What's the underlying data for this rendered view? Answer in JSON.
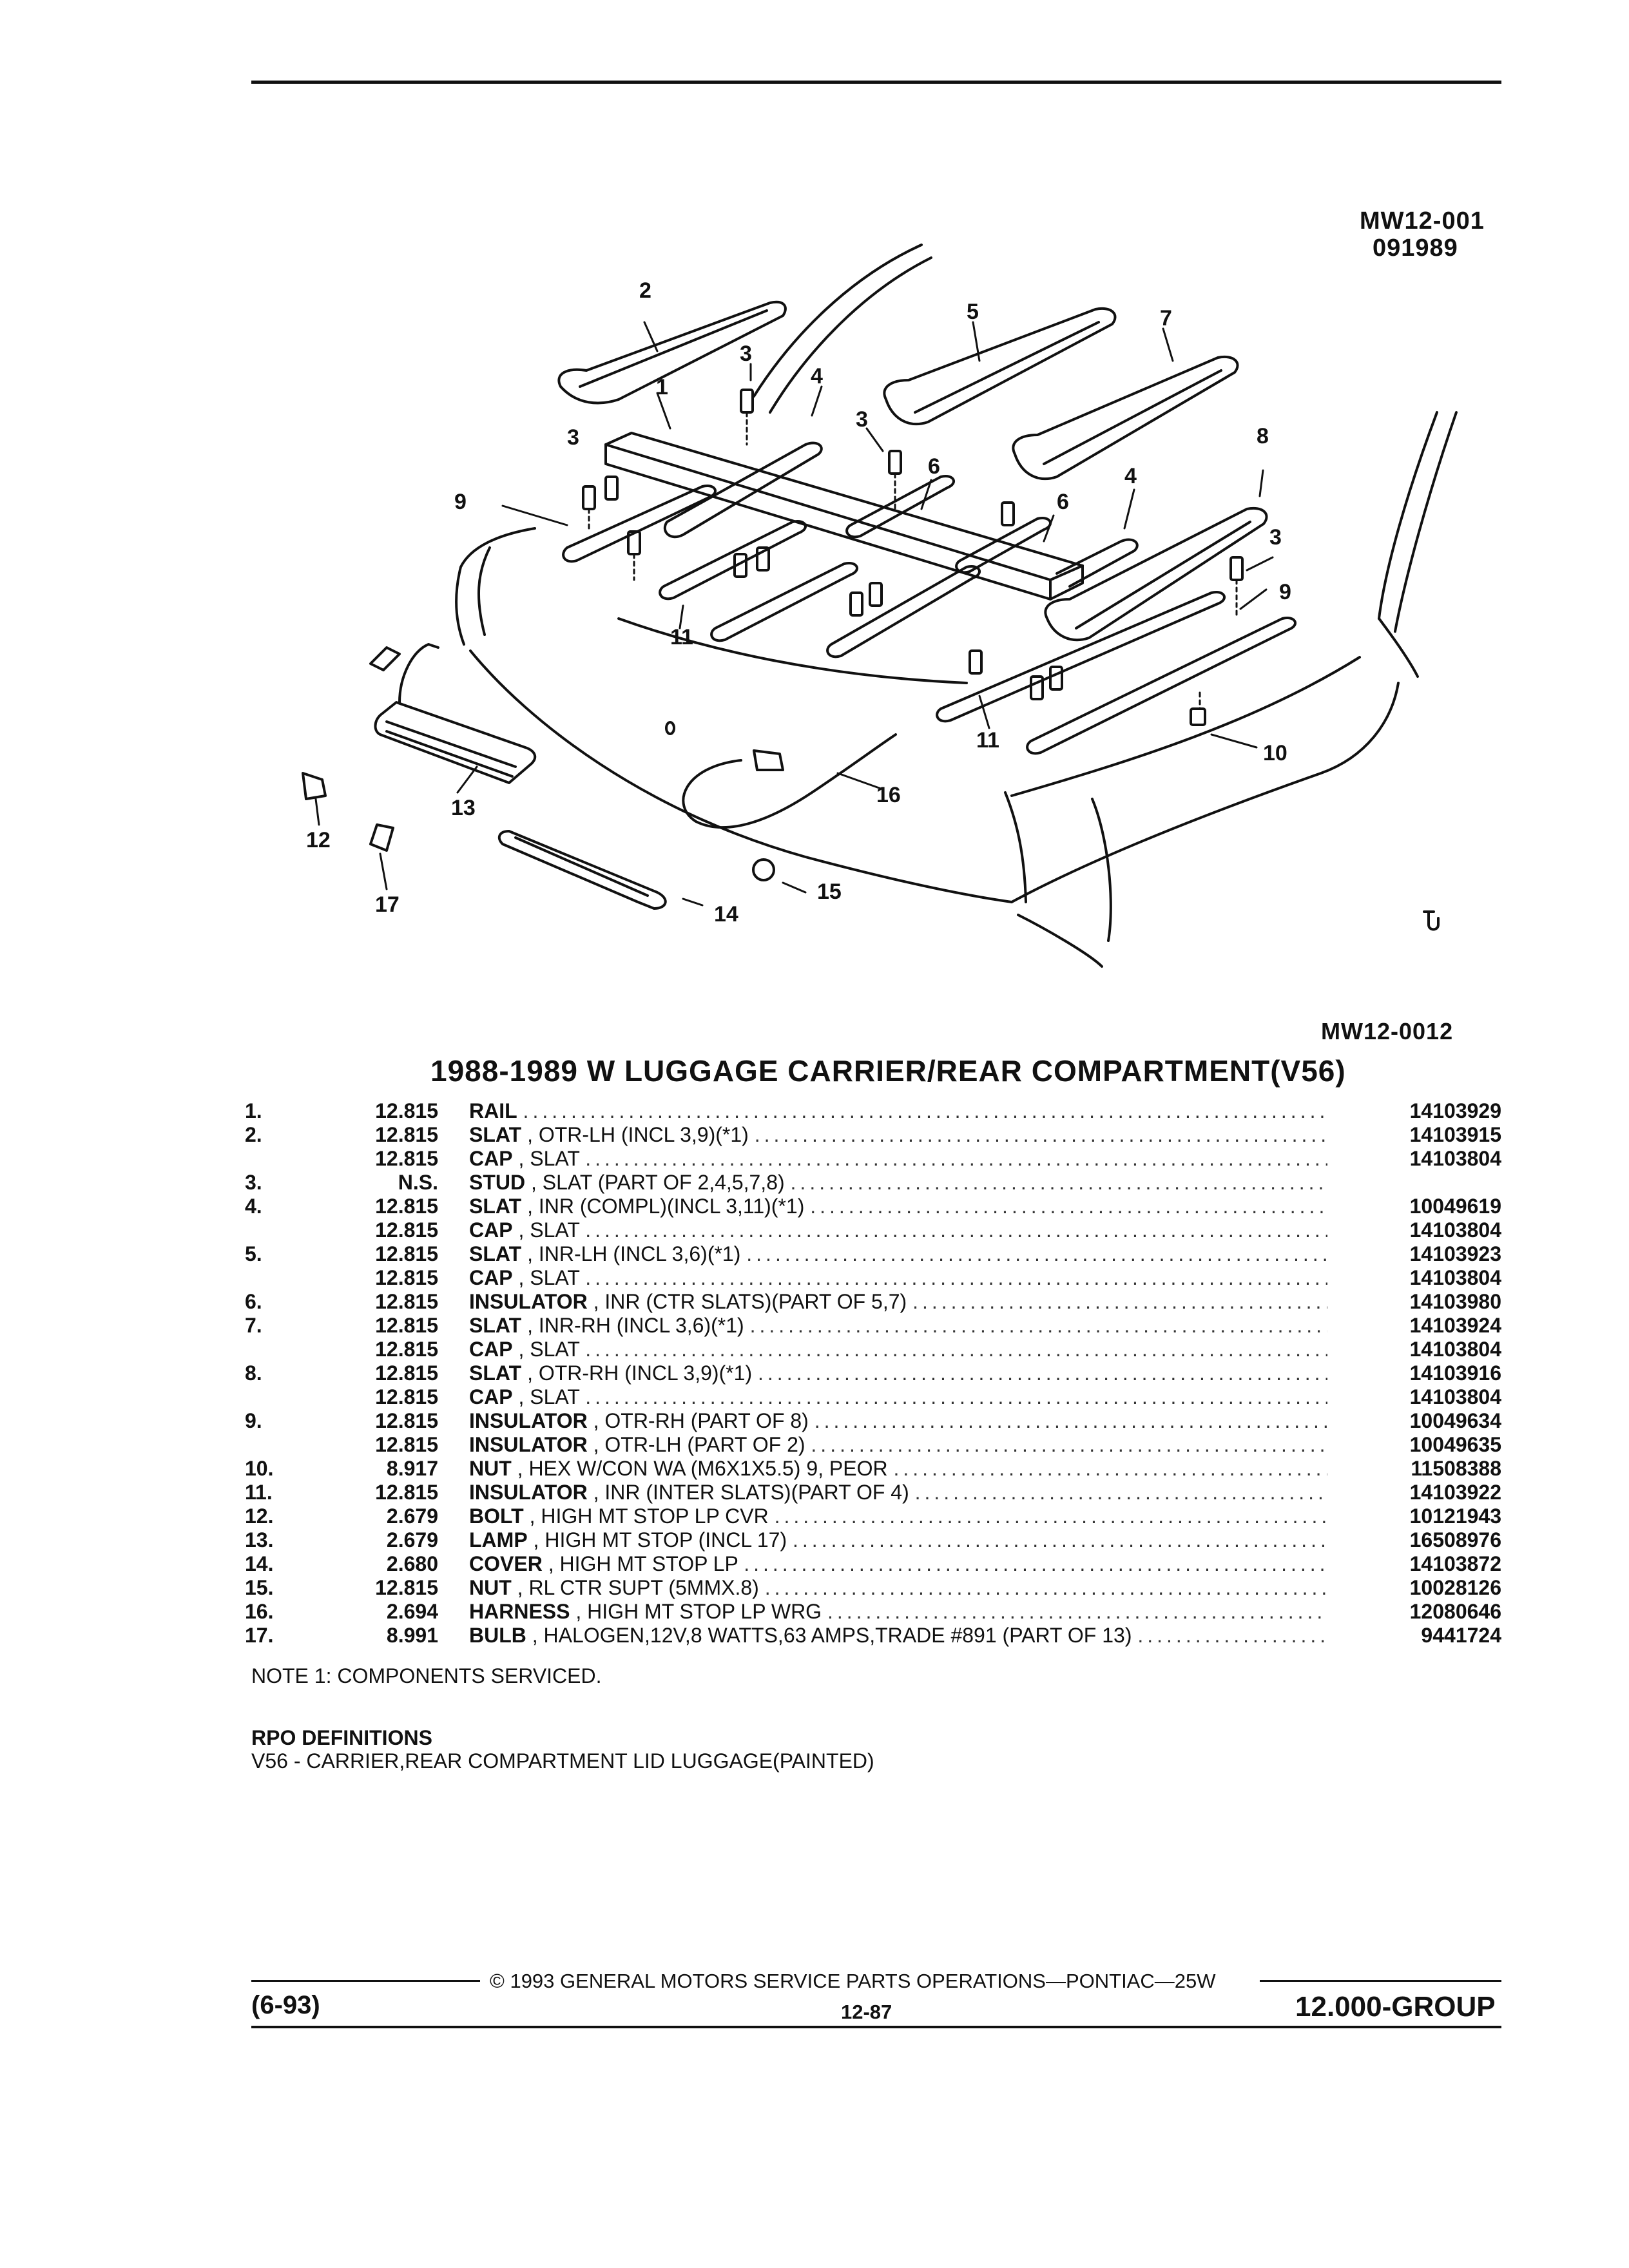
{
  "header": {
    "code": "MW12-001",
    "date": "091989"
  },
  "diagram": {
    "callouts": [
      "1",
      "2",
      "3",
      "3",
      "3",
      "3",
      "4",
      "4",
      "5",
      "6",
      "6",
      "7",
      "8",
      "9",
      "9",
      "10",
      "11",
      "11",
      "12",
      "13",
      "14",
      "15",
      "16",
      "17"
    ],
    "figure_code": "MW12-0012"
  },
  "title": "1988-1989 W LUGGAGE CARRIER/REAR COMPARTMENT(V56)",
  "parts": [
    {
      "idx": "1.",
      "grp": "12.815",
      "name": "RAIL",
      "detail": "",
      "pn": "14103929"
    },
    {
      "idx": "2.",
      "grp": "12.815",
      "name": "SLAT",
      "detail": ", OTR-LH (INCL 3,9)(*1)",
      "pn": "14103915"
    },
    {
      "idx": "",
      "grp": "12.815",
      "name": "CAP",
      "detail": ", SLAT",
      "pn": "14103804"
    },
    {
      "idx": "3.",
      "grp": "N.S.",
      "name": "STUD",
      "detail": ", SLAT (PART OF 2,4,5,7,8)",
      "pn": ""
    },
    {
      "idx": "4.",
      "grp": "12.815",
      "name": "SLAT",
      "detail": ", INR (COMPL)(INCL 3,11)(*1)",
      "pn": "10049619"
    },
    {
      "idx": "",
      "grp": "12.815",
      "name": "CAP",
      "detail": ", SLAT",
      "pn": "14103804"
    },
    {
      "idx": "5.",
      "grp": "12.815",
      "name": "SLAT",
      "detail": ", INR-LH (INCL 3,6)(*1)",
      "pn": "14103923"
    },
    {
      "idx": "",
      "grp": "12.815",
      "name": "CAP",
      "detail": ", SLAT",
      "pn": "14103804"
    },
    {
      "idx": "6.",
      "grp": "12.815",
      "name": "INSULATOR",
      "detail": ", INR (CTR SLATS)(PART OF 5,7)",
      "pn": "14103980"
    },
    {
      "idx": "7.",
      "grp": "12.815",
      "name": "SLAT",
      "detail": ", INR-RH (INCL 3,6)(*1)",
      "pn": "14103924"
    },
    {
      "idx": "",
      "grp": "12.815",
      "name": "CAP",
      "detail": ", SLAT",
      "pn": "14103804"
    },
    {
      "idx": "8.",
      "grp": "12.815",
      "name": "SLAT",
      "detail": ", OTR-RH (INCL 3,9)(*1)",
      "pn": "14103916"
    },
    {
      "idx": "",
      "grp": "12.815",
      "name": "CAP",
      "detail": ", SLAT",
      "pn": "14103804"
    },
    {
      "idx": "9.",
      "grp": "12.815",
      "name": "INSULATOR",
      "detail": ", OTR-RH (PART OF 8)",
      "pn": "10049634"
    },
    {
      "idx": "",
      "grp": "12.815",
      "name": "INSULATOR",
      "detail": ", OTR-LH (PART OF 2)",
      "pn": "10049635"
    },
    {
      "idx": "10.",
      "grp": "8.917",
      "name": "NUT",
      "detail": ", HEX W/CON WA (M6X1X5.5) 9, PEOR",
      "pn": "11508388"
    },
    {
      "idx": "11.",
      "grp": "12.815",
      "name": "INSULATOR",
      "detail": ", INR (INTER SLATS)(PART OF 4)",
      "pn": "14103922"
    },
    {
      "idx": "12.",
      "grp": "2.679",
      "name": "BOLT",
      "detail": ", HIGH MT STOP LP CVR",
      "pn": "10121943"
    },
    {
      "idx": "13.",
      "grp": "2.679",
      "name": "LAMP",
      "detail": ", HIGH MT STOP (INCL 17)",
      "pn": "16508976"
    },
    {
      "idx": "14.",
      "grp": "2.680",
      "name": "COVER",
      "detail": ", HIGH MT STOP LP",
      "pn": "14103872"
    },
    {
      "idx": "15.",
      "grp": "12.815",
      "name": "NUT",
      "detail": ", RL CTR SUPT (5MMX.8)",
      "pn": "10028126"
    },
    {
      "idx": "16.",
      "grp": "2.694",
      "name": "HARNESS",
      "detail": ", HIGH MT STOP LP WRG",
      "pn": "12080646"
    },
    {
      "idx": "17.",
      "grp": "8.991",
      "name": "BULB",
      "detail": ", HALOGEN,12V,8 WATTS,63 AMPS,TRADE #891 (PART OF 13)",
      "pn": "9441724"
    }
  ],
  "note": "NOTE  1:  COMPONENTS SERVICED.",
  "rpo": {
    "heading": "RPO DEFINITIONS",
    "definition": "V56 - CARRIER,REAR COMPARTMENT LID LUGGAGE(PAINTED)"
  },
  "footer": {
    "copyright": "©  1993  GENERAL MOTORS SERVICE PARTS OPERATIONS—PONTIAC—25W",
    "date_code": "(6-93)",
    "page": "12-87",
    "group": "12.000-GROUP"
  }
}
